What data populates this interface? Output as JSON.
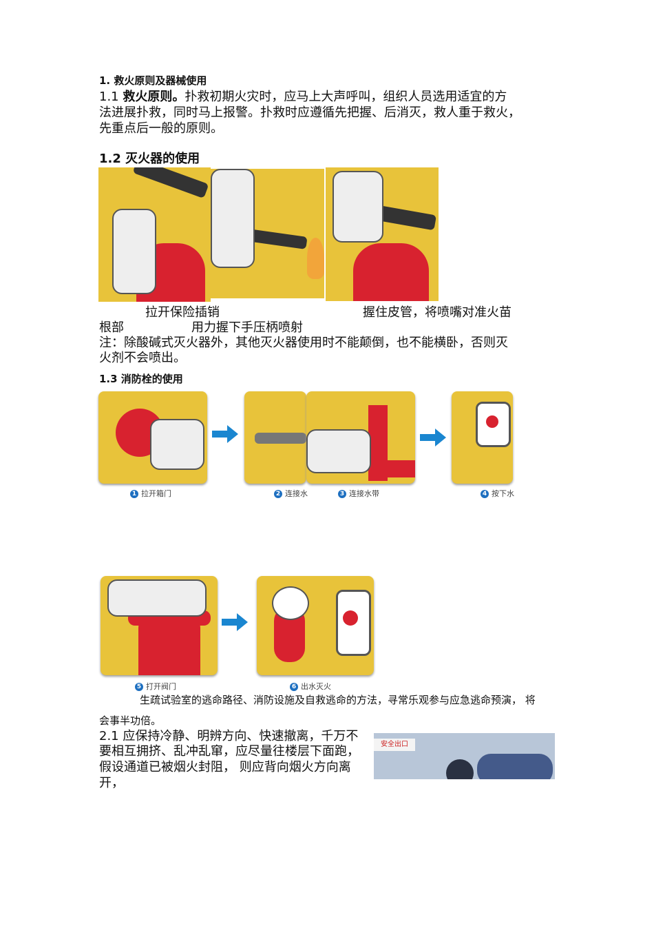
{
  "section1": {
    "heading": "1. 救火原则及器械使用",
    "p11_prefix": "1.1 ",
    "p11_bold": "救火原则。",
    "p11_line1": "扑救初期火灾时，应马上大声呼叫，组织人员选用适宜的方",
    "p11_line2": "法进展扑救，同时马上报警。扑救时应遵循先把握、后消灭，救人重于救火，",
    "p11_line3": "先重点后一般的原则。"
  },
  "section12": {
    "heading": "1.2 灭火器的使用",
    "caption1": "拉开保险插销",
    "caption2": "握住皮管，将喷嘴对准火苗",
    "caption2_cont": "根部",
    "caption3": "用力握下手压柄喷射",
    "note_line1": "注：除酸碱式灭火器外，其他灭火器使用时不能颠倒，也不能横卧，否则灭",
    "note_line2": "火剂不会喷出。"
  },
  "section13": {
    "heading": "1.3 消防栓的使用",
    "steps": [
      {
        "num": "1",
        "label": "拉开箱门"
      },
      {
        "num": "2",
        "label": "连接水"
      },
      {
        "num": "3",
        "label": "连接水带"
      },
      {
        "num": "4",
        "label": "按下水"
      },
      {
        "num": "5",
        "label": "打开阀门"
      },
      {
        "num": "6",
        "label": "出水灭火"
      }
    ],
    "para_line1": "生疏试验室的逃命路径、消防设施及自救逃命的方法，寻常乐观参与应急逃命预演， 将",
    "para_line2": "会事半功倍。"
  },
  "section21": {
    "line1": "2.1 应保持冷静、明辨方向、快速撤离，千万不",
    "line2": "要相互拥挤、乱冲乱窜，应尽量往楼层下面跑，",
    "line3": "假设通道已被烟火封阻， 则应背向烟火方向离",
    "line4": "开，",
    "sign_text": "安全出口"
  },
  "colors": {
    "illustration_yellow": "#e8c33a",
    "red": "#d8222f",
    "step_blue": "#1d6fc0"
  }
}
